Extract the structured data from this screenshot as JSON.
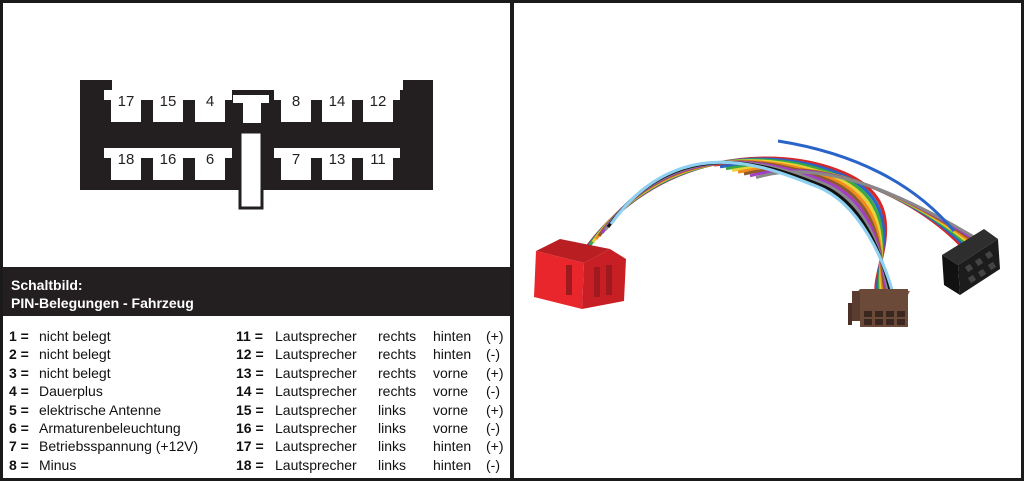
{
  "caption": {
    "title": "Schaltbild:",
    "subtitle": "PIN-Belegungen - Fahrzeug"
  },
  "connector": {
    "top_row_left": [
      "17",
      "15",
      "4"
    ],
    "top_row_right": [
      "8",
      "14",
      "12"
    ],
    "bottom_row_left": [
      "18",
      "16",
      "6"
    ],
    "bottom_row_right": [
      "7",
      "13",
      "11"
    ]
  },
  "legend_left": [
    {
      "num": "1 =",
      "label": "nicht belegt"
    },
    {
      "num": "2 =",
      "label": "nicht belegt"
    },
    {
      "num": "3 =",
      "label": "nicht belegt"
    },
    {
      "num": "4 =",
      "label": "Dauerplus"
    },
    {
      "num": "5 =",
      "label": "elektrische Antenne"
    },
    {
      "num": "6 =",
      "label": "Armaturenbeleuchtung"
    },
    {
      "num": "7 =",
      "label": "Betriebsspannung (+12V)"
    },
    {
      "num": "8 =",
      "label": "Minus"
    }
  ],
  "legend_right": [
    {
      "num": "11 =",
      "word": "Lautsprecher",
      "side": "rechts",
      "pos": "hinten",
      "pol": "(+)"
    },
    {
      "num": "12 =",
      "word": "Lautsprecher",
      "side": "rechts",
      "pos": "hinten",
      "pol": "(-)"
    },
    {
      "num": "13 =",
      "word": "Lautsprecher",
      "side": "rechts",
      "pos": "vorne",
      "pol": "(+)"
    },
    {
      "num": "14 =",
      "word": "Lautsprecher",
      "side": "rechts",
      "pos": "vorne",
      "pol": "(-)"
    },
    {
      "num": "15 =",
      "word": "Lautsprecher",
      "side": "links",
      "pos": "vorne",
      "pol": "(+)"
    },
    {
      "num": "16 =",
      "word": "Lautsprecher",
      "side": "links",
      "pos": "vorne",
      "pol": "(-)"
    },
    {
      "num": "17 =",
      "word": "Lautsprecher",
      "side": "links",
      "pos": "hinten",
      "pol": "(+)"
    },
    {
      "num": "18 =",
      "word": "Lautsprecher",
      "side": "links",
      "pos": "hinten",
      "pol": "(-)"
    }
  ],
  "colors": {
    "frame": "#1a1a1a",
    "caption_bg": "#231f20",
    "connector_red": "#e8262b",
    "iso_brown": "#6b4a3a",
    "iso_black": "#1c1c1c"
  },
  "wire_colors": [
    "#d62828",
    "#2a64c8",
    "#3aa845",
    "#e8d23a",
    "#f08a1c",
    "#8c5a2b",
    "#a23fc4",
    "#888888",
    "#111111",
    "#8fd0f0"
  ]
}
